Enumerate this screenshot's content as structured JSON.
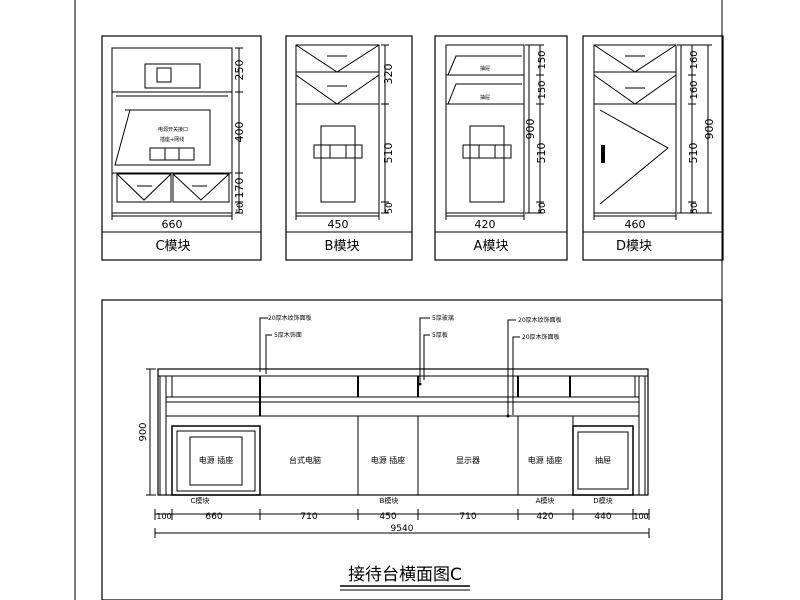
{
  "modules": {
    "c": {
      "caption": "C模块",
      "width": "660",
      "dims": [
        "250",
        "400",
        "170",
        "50"
      ],
      "panel_text": [
        "电源开关接口",
        "插座+网线"
      ]
    },
    "b": {
      "caption": "B模块",
      "width": "450",
      "dims": [
        "320",
        "510",
        "50"
      ]
    },
    "a": {
      "caption": "A模块",
      "width": "420",
      "dims": [
        "150",
        "150",
        "900",
        "510",
        "50"
      ],
      "panel_text": [
        "抽屉",
        "抽屉"
      ]
    },
    "d": {
      "caption": "D模块",
      "width": "460",
      "dims": [
        "160",
        "160",
        "900",
        "510",
        "50"
      ]
    }
  },
  "elevation": {
    "title": "接待台横面图C",
    "height_label": "900",
    "callouts": [
      "20厚木纹饰面板",
      "5厚木饰面",
      "5厚玻璃",
      "5厚板",
      "20厚木纹饰面板",
      "20厚木饰面板"
    ],
    "section_labels": [
      "C模块",
      "B模块",
      "A模块",
      "D模块"
    ],
    "interior_labels": [
      "电源 插座",
      "台式电脑",
      "电源 插座",
      "显示器",
      "电源 插座",
      "抽屉"
    ],
    "dims": [
      "100",
      "660",
      "710",
      "450",
      "710",
      "420",
      "440",
      "100"
    ],
    "total": "9540"
  }
}
